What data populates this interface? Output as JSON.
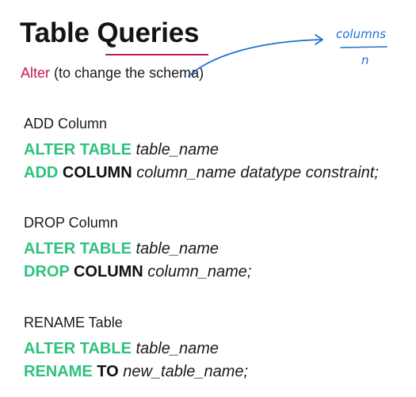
{
  "header": {
    "title": "Table Queries",
    "subtitle_keyword": "Alter",
    "subtitle_rest": " (to change the schema)"
  },
  "annotation": {
    "word": "columns",
    "letter": "n",
    "color": "#1f6fd1"
  },
  "sections": [
    {
      "title": "ADD Column",
      "line1": {
        "kw": "ALTER TABLE",
        "rest": " table_name"
      },
      "line2": {
        "kw": "ADD",
        "kw2": " COLUMN",
        "rest": " column_name datatype constraint;"
      }
    },
    {
      "title": "DROP Column",
      "line1": {
        "kw": "ALTER TABLE",
        "rest": " table_name"
      },
      "line2": {
        "kw": "DROP",
        "kw2": " COLUMN",
        "rest": " column_name;"
      }
    },
    {
      "title": "RENAME Table",
      "line1": {
        "kw": "ALTER TABLE",
        "rest": " table_name"
      },
      "line2": {
        "kw": "RENAME",
        "kw2": " TO",
        "rest": " new_table_name;"
      }
    }
  ],
  "colors": {
    "keyword_green": "#2ec27e",
    "accent_magenta": "#c2185b"
  }
}
